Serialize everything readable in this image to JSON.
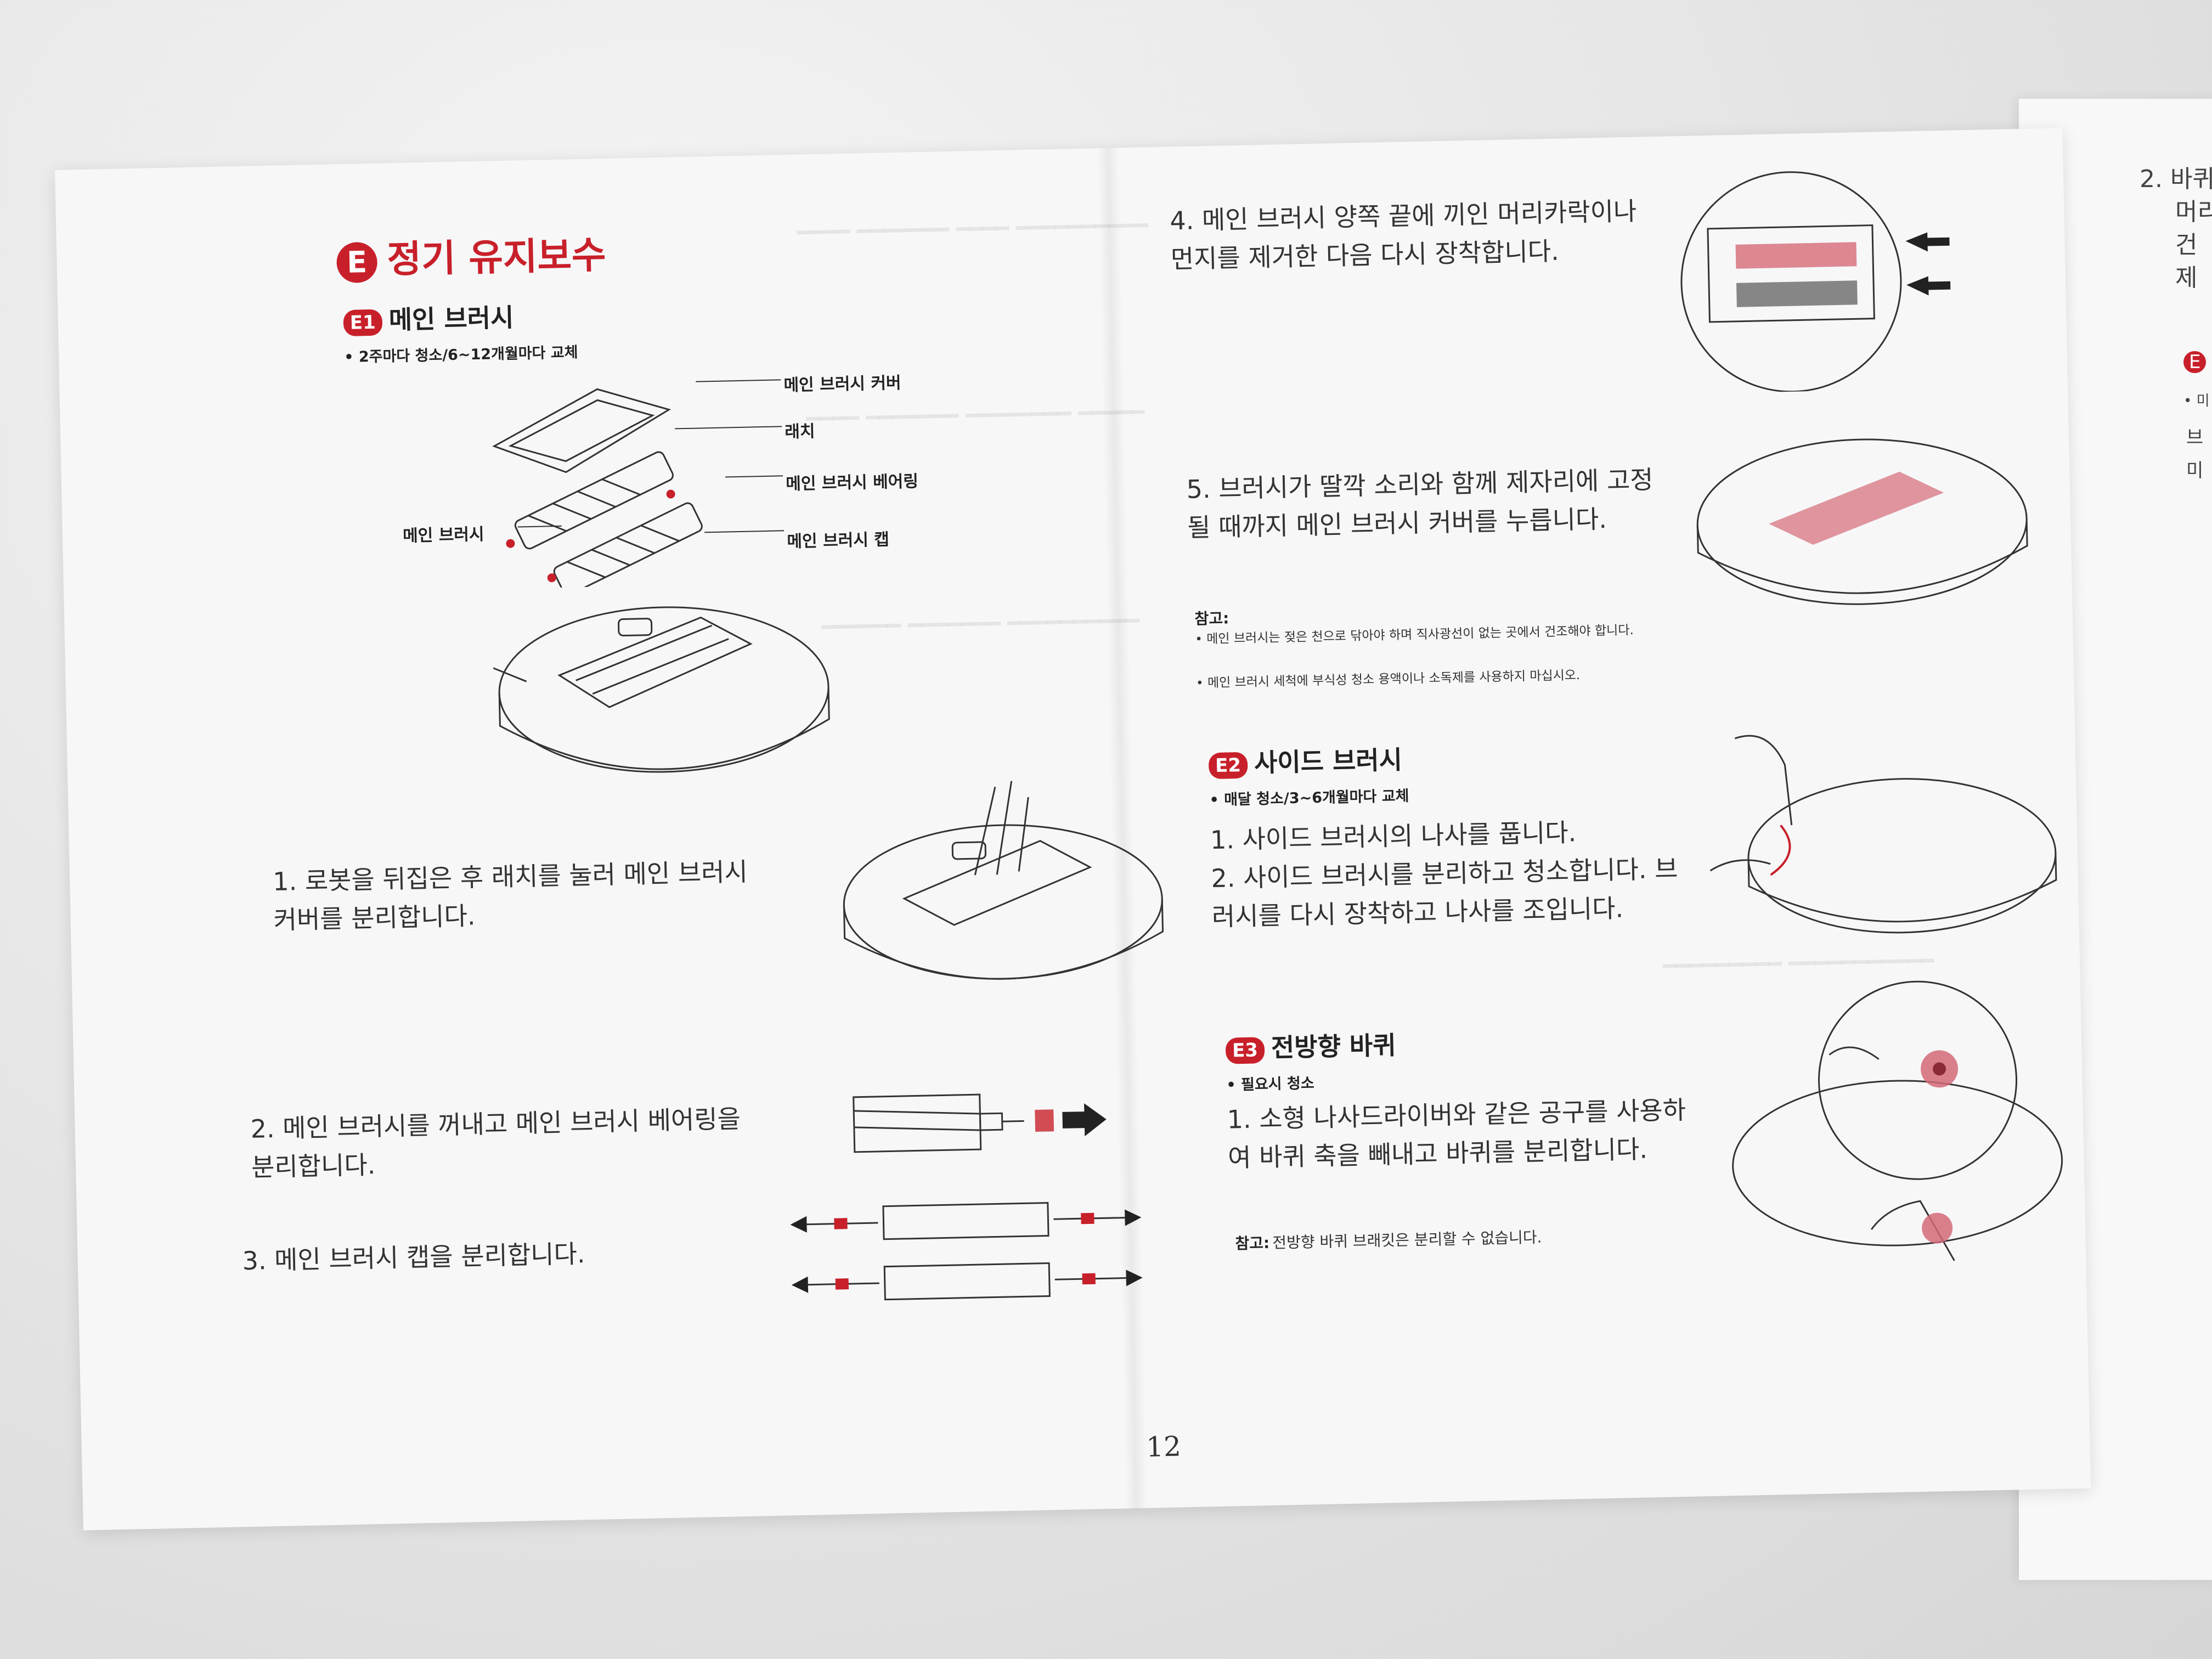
{
  "accent_color": "#c8202a",
  "header": {
    "badge_letter": "E",
    "title": "정기 유지보수"
  },
  "e1": {
    "badge": "E1",
    "title": "메인 브러시",
    "schedule": "• 2주마다 청소/6~12개월마다 교체",
    "labels": {
      "cover": "메인 브러시 커버",
      "latch": "래치",
      "bearing": "메인 브러시 베어링",
      "brush": "메인 브러시",
      "cap": "메인 브러시 캡"
    },
    "steps": [
      "1. 로봇을 뒤집은 후 래치를 눌러 메인 브러시 커버를 분리합니다.",
      "2. 메인 브러시를 꺼내고 메인 브러시 베어링을 분리합니다.",
      "3. 메인 브러시 캡을 분리합니다.",
      "4. 메인 브러시 양쪽 끝에 끼인 머리카락이나 먼지를 제거한 다음 다시 장착합니다.",
      "5. 브러시가 딸깍 소리와 함께 제자리에 고정될 때까지 메인 브러시 커버를 누릅니다."
    ],
    "note_title": "참고:",
    "notes": [
      "• 메인 브러시는 젖은 천으로 닦아야 하며 직사광선이 없는 곳에서 건조해야 합니다.",
      "• 메인 브러시 세척에 부식성 청소 용액이나 소독제를 사용하지 마십시오."
    ]
  },
  "e2": {
    "badge": "E2",
    "title": "사이드 브러시",
    "schedule": "• 매달 청소/3~6개월마다 교체",
    "steps": [
      "1. 사이드 브러시의 나사를 풉니다.",
      "2. 사이드 브러시를 분리하고 청소합니다. 브러시를 다시 장착하고 나사를 조입니다."
    ]
  },
  "e3": {
    "badge": "E3",
    "title": "전방향 바퀴",
    "schedule": "• 필요시 청소",
    "steps": [
      "1. 소형 나사드라이버와 같은 공구를 사용하여 바퀴 축을 빼내고 바퀴를 분리합니다."
    ],
    "note_title": "참고:",
    "note": "전방향 바퀴 브래킷은 분리할 수 없습니다."
  },
  "page_number": "12",
  "next_page": {
    "lines": [
      "2. 바퀴",
      "머리",
      "건",
      "제"
    ],
    "badge": "E",
    "small": [
      "• 미",
      "브",
      "미"
    ]
  }
}
